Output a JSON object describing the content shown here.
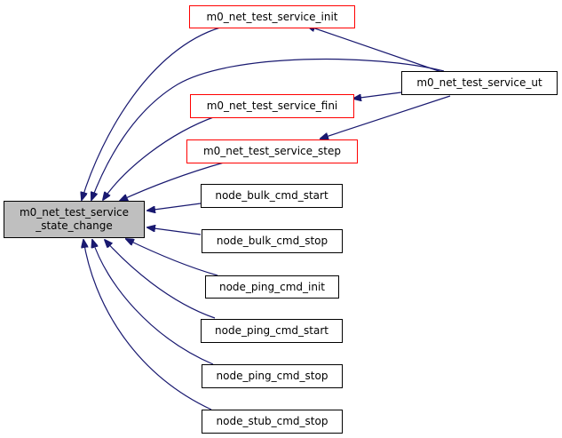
{
  "graph": {
    "type": "caller-graph",
    "edge_color": "#191970",
    "focus": {
      "id": "focus",
      "label_line1": "m0_net_test_service",
      "label_line2": "_state_change"
    },
    "nodes": [
      {
        "id": "init",
        "label": "m0_net_test_service_init",
        "border": "red"
      },
      {
        "id": "fini",
        "label": "m0_net_test_service_fini",
        "border": "red"
      },
      {
        "id": "step",
        "label": "m0_net_test_service_step",
        "border": "red"
      },
      {
        "id": "ut",
        "label": "m0_net_test_service_ut",
        "border": "black"
      },
      {
        "id": "bulk_start",
        "label": "node_bulk_cmd_start",
        "border": "black"
      },
      {
        "id": "bulk_stop",
        "label": "node_bulk_cmd_stop",
        "border": "black"
      },
      {
        "id": "ping_init",
        "label": "node_ping_cmd_init",
        "border": "black"
      },
      {
        "id": "ping_start",
        "label": "node_ping_cmd_start",
        "border": "black"
      },
      {
        "id": "ping_stop",
        "label": "node_ping_cmd_stop",
        "border": "black"
      },
      {
        "id": "stub_stop",
        "label": "node_stub_cmd_stop",
        "border": "black"
      }
    ],
    "edges": [
      {
        "from": "init",
        "to": "focus"
      },
      {
        "from": "ut",
        "to": "focus"
      },
      {
        "from": "fini",
        "to": "focus"
      },
      {
        "from": "step",
        "to": "focus"
      },
      {
        "from": "bulk_start",
        "to": "focus"
      },
      {
        "from": "bulk_stop",
        "to": "focus"
      },
      {
        "from": "ping_init",
        "to": "focus"
      },
      {
        "from": "ping_start",
        "to": "focus"
      },
      {
        "from": "ping_stop",
        "to": "focus"
      },
      {
        "from": "stub_stop",
        "to": "focus"
      },
      {
        "from": "ut",
        "to": "init"
      },
      {
        "from": "ut",
        "to": "fini"
      },
      {
        "from": "ut",
        "to": "step"
      }
    ]
  }
}
